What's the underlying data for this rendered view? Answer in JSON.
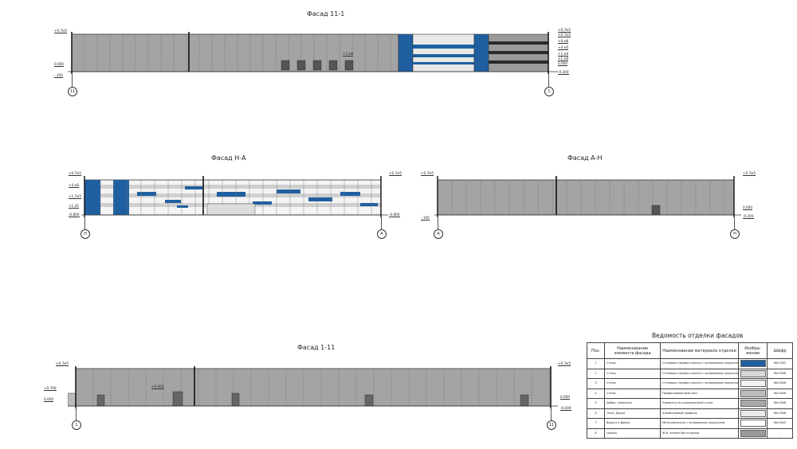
{
  "facades": {
    "f11_1": {
      "title": "Фасад 11-1",
      "axis_left": "11",
      "axis_right": "1",
      "levels_left": [
        "+0.7м5",
        "0.000",
        "-.100"
      ],
      "levels_right": [
        "+0.7м5",
        "+0.7м5",
        "+0.м6",
        "+4.м5",
        "+1.м4",
        "+1.м0",
        "0.000",
        "-0.200"
      ],
      "inner_mark": "+1.м0"
    },
    "fNA": {
      "title": "Фасад Н-А",
      "axis_left": "Н",
      "axis_right": "А",
      "levels_left": [
        "+0.7м5",
        "+4.м5",
        "+1.7м5",
        "+1.20",
        "-0.800"
      ],
      "levels_right": [
        "+0.7м5",
        "-0.800"
      ]
    },
    "fAN": {
      "title": "Фасад А-Н",
      "axis_left": "А",
      "axis_right": "Н",
      "levels_left": [
        "+0.7м5",
        "-.100"
      ],
      "levels_right": [
        "+0.7м5",
        "0.000",
        "-0.200"
      ]
    },
    "f1_11": {
      "title": "Фасад 1-11",
      "axis_left": "1",
      "axis_right": "11",
      "levels_left": [
        "+0.7м5",
        "+0.700",
        "0.000"
      ],
      "levels_right": [
        "+0.7м5",
        "0.000",
        "-0.200"
      ],
      "inner_mark": "+0.000"
    }
  },
  "schedule": {
    "title": "Ведомость отделки фасадов",
    "headers": [
      "Поз.",
      "Наименование элемента фасада",
      "Наименование материала отделки",
      "Изобра-жение",
      "Шифр"
    ],
    "rows": [
      {
        "pos": "1",
        "element": "Стены",
        "material": "Стеновые сэндвич-панели с полимерным покрытием",
        "code": "RAL5005",
        "color": "#1f5fa0"
      },
      {
        "pos": "2",
        "element": "Стены",
        "material": "Стеновые сэндвич-панели с полимерным покрытием",
        "code": "RAL9006",
        "color": "#d8d8d8"
      },
      {
        "pos": "3",
        "element": "Стены",
        "material": "Стеновые сэндвич-панели с полимерным покрытием",
        "code": "RAL9006",
        "color": "#f2f2f2"
      },
      {
        "pos": "4",
        "element": "Стены",
        "material": "Профилированный лист",
        "code": "RAL9006",
        "color": "#bdbdbd"
      },
      {
        "pos": "5",
        "element": "Добор. элементы",
        "material": "Элементы из оцинкованной стали",
        "code": "RAL9006",
        "color": "#a8a8a8"
      },
      {
        "pos": "6",
        "element": "Окна, Двери",
        "material": "Алюминиевый профиль",
        "code": "RAL9006",
        "color": "#eaeaea"
      },
      {
        "pos": "7",
        "element": "Ворота и Двери",
        "material": "Металлические с полимерным покрытием",
        "code": "RAL9003",
        "color": "#ffffff"
      },
      {
        "pos": "8",
        "element": "Цоколь",
        "material": "Ж.б. панели без отделки",
        "code": "-",
        "color": "#9a9a9a"
      }
    ]
  },
  "colors": {
    "blue_panel": "#1f5fa0",
    "grey_panel": "#a9a9a9",
    "line": "#333333"
  }
}
